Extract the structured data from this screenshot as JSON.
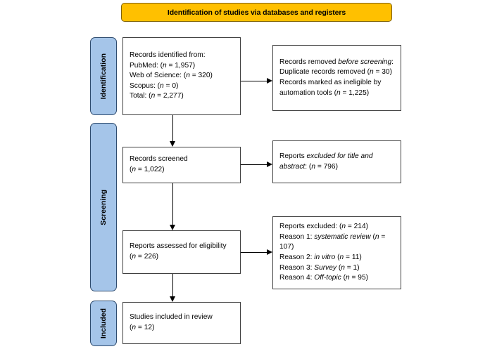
{
  "banner": {
    "title": "Identification of studies via databases and registers",
    "color": "#FFC000"
  },
  "stages": {
    "identification": "Identification",
    "screening": "Screening",
    "included": "Included",
    "color": "#A5C5E9"
  },
  "boxes": {
    "identified": {
      "line1": "Records identified from:",
      "line2": "PubMed: (n = 1,957)",
      "line3": "Web of Science: (n = 320)",
      "line4": "Scopus: (n = 0)",
      "line5": "Total: (n = 2,277)"
    },
    "removed": {
      "line1": "Records removed before screening:",
      "line2": "Duplicate records removed (n = 30)",
      "line3": "Records marked as ineligible by",
      "line4": "automation tools (n = 1,225)"
    },
    "screened": {
      "line1": "Records screened",
      "line2": "(n = 1,022)"
    },
    "excluded_title_abstract": {
      "line1": "Reports excluded for title and",
      "line2": "abstract: (n = 796)"
    },
    "eligibility": {
      "line1": "Reports assessed for eligibility",
      "line2": "(n = 226)"
    },
    "excluded_reasons": {
      "line1": "Reports excluded: (n = 214)",
      "line2": "Reason 1: systematic review (n =",
      "line3": "107)",
      "line4": "Reason 2: in vitro (n = 11)",
      "line5": "Reason 3: Survey (n = 1)",
      "line6": "Reason 4: Off-topic (n = 95)"
    },
    "included": {
      "line1": "Studies included in review",
      "line2": "(n = 12)"
    }
  },
  "counts": {
    "pubmed": 1957,
    "web_of_science": 320,
    "scopus": 0,
    "total_identified": 2277,
    "duplicates_removed": 30,
    "ineligible_automation": 1225,
    "records_screened": 1022,
    "excluded_title_abstract": 796,
    "reports_assessed": 226,
    "reports_excluded": 214,
    "reason1_systematic_review": 107,
    "reason2_in_vitro": 11,
    "reason3_survey": 1,
    "reason4_off_topic": 95,
    "studies_included": 12
  }
}
